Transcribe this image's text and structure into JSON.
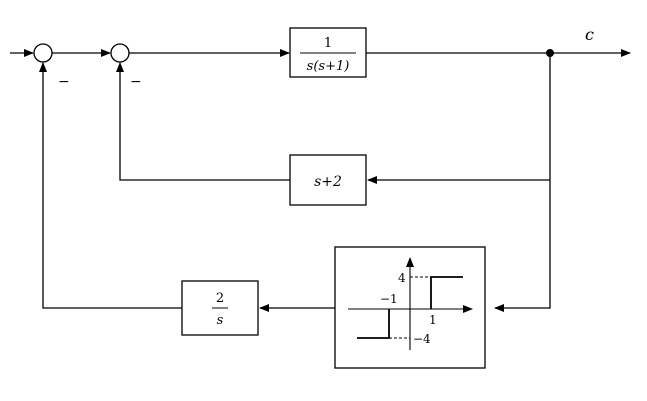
{
  "output_label": "c",
  "sum1": {
    "sign": "−"
  },
  "sum2": {
    "sign": "−"
  },
  "plant_block": {
    "numerator": "1",
    "denominator": "s(s+1)"
  },
  "feedback_block": {
    "expr": "s+2"
  },
  "integrator_block": {
    "numerator": "2",
    "denominator": "s"
  },
  "relay_block": {
    "level_high": "4",
    "level_low": "−4",
    "threshold_neg": "−1",
    "threshold_pos": "1"
  }
}
